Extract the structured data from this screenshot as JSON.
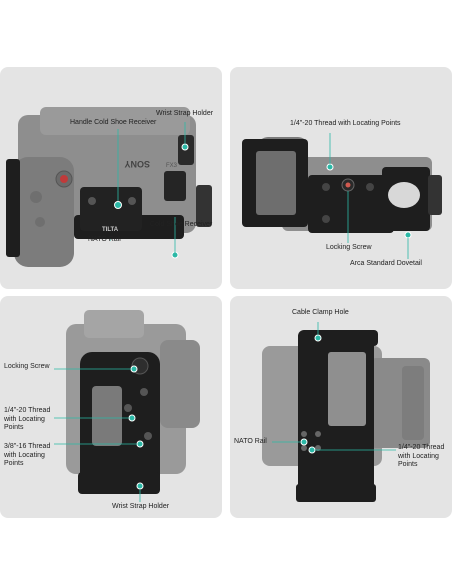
{
  "colors": {
    "panel_bg": "#e4e4e4",
    "camera_gray": "#8f8f8f",
    "cage_black": "#1e1e1e",
    "accent_teal": "#2bb8a6",
    "label_text": "#222222"
  },
  "panels": [
    {
      "id": "top-left",
      "labels": {
        "wrist_strap_holder": "Wrist Strap Holder",
        "handle_cold_shoe_receiver": "Handle Cold Shoe Receiver",
        "nato_rail": "NATO Rail",
        "cold_shoe_receiver": "Cold Shoe Receiver"
      },
      "branding": {
        "sony": "SONY",
        "tilta": "TILTA",
        "model": "FX3"
      }
    },
    {
      "id": "top-right",
      "labels": {
        "thread_locating_points": "1/4\"-20 Thread with Locating Points",
        "locking_screw": "Locking Screw",
        "arca_dovetail": "Arca Standard Dovetail"
      }
    },
    {
      "id": "bottom-left",
      "labels": {
        "locking_screw": "Locking Screw",
        "thread_14": "1/4\"-20 Thread\nwith Locating\nPoints",
        "thread_38": "3/8\"-16 Thread\nwith Locating\nPoints",
        "wrist_strap_holder": "Wrist Strap Holder"
      }
    },
    {
      "id": "bottom-right",
      "labels": {
        "cable_clamp_hole": "Cable Clamp Hole",
        "nato_rail": "NATO Rail",
        "thread_14": "1/4\"-20 Thread\nwith Locating\nPoints"
      }
    }
  ]
}
